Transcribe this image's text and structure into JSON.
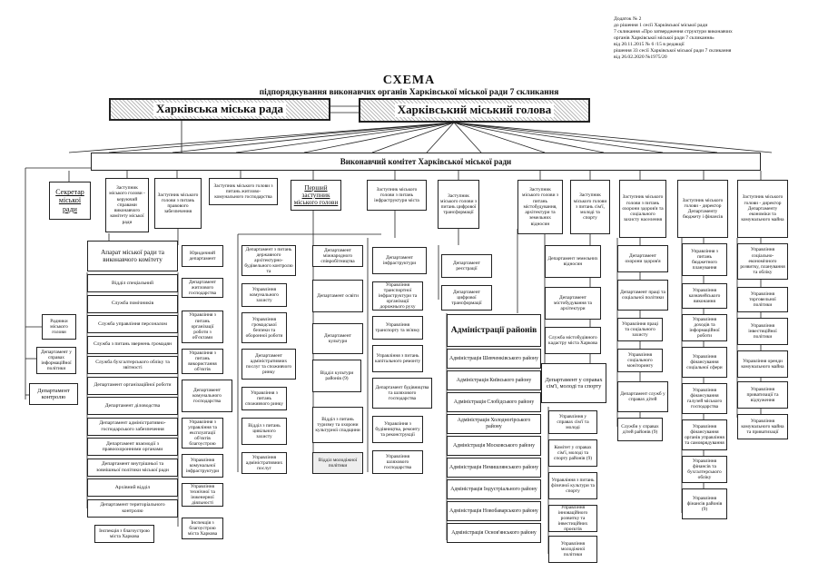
{
  "header_note": [
    "Додаток № 2",
    "до рішення 1 сесії Харківської міської ради",
    "7 скликання «Про затвердження структури виконавчих",
    "органів Харківської міської ради 7 скликання»",
    "від 20.11.2015 № 6 /15 в редакції",
    "рішення 33 сесії Харківської міської ради 7 скликання",
    "від 26.02.2020 №1975/20"
  ],
  "title": "СХЕМА",
  "subtitle": "підпорядкування виконавчих органів Харківської міської ради 7 скликання",
  "council": "Харківська міська рада",
  "mayor": "Харківський міський голова",
  "exec_committee": "Виконавчий комітет Харківської міської ради",
  "secretary": "Секретар міської ради",
  "deputies": [
    "Заступник міського голови - керуючий справами виконавчого комітету міської ради",
    "Заступник міського голови з питань правового забезпечення",
    "Заступник міського голови з питань житлово-комунального господарства",
    "Перший заступник міського голови",
    "Заступник міського голови з питань інфраструктури міста",
    "Заступник міського голови з питань цифрової трансформації",
    "Заступник міського голови з питань містобудування, архітектури та земельних відносин",
    "Заступник міського голови з питань сім'ї, молоді та спорту",
    "Заступник міського голови з питань охорони здоров'я та соціального захисту населення",
    "Заступник міського голови - директор Департаменту бюджету і фінансів",
    "Заступник міського голови - директор Департаменту економіки та комунального майна"
  ],
  "apparatus": {
    "title": "Апарат міської ради та виконавчого комітету",
    "items": [
      "Відділ спеціальний",
      "Служба помічників",
      "Служба управління персоналом",
      "Служба з питань звернень громадян",
      "Служба бухгалтерського обліку та звітності",
      "Департамент організаційної роботи",
      "Департамент діловодства",
      "Департамент адміністративно-господарського забезпечення",
      "Департамент взаємодії з правоохоронними органами",
      "Департамент внутрішньої та зовнішньої політики міської ради",
      "Архівний відділ",
      "Департамент територіального контролю"
    ],
    "note": "Інспекція з благоустрою міста Харкова"
  },
  "left_items": [
    "Радники міського голови",
    "Департамент у справах інформаційної політики",
    "Департамент контролю"
  ],
  "legal": [
    "Юридичний департамент",
    "Департамент житлового господарства",
    "Управління з питань організації роботи з об'єктами",
    "Управління з питань використання об'єктів",
    "Департамент комунального господарства",
    "Управління з управління та експлуатації об'єктів благоустрою",
    "Управління комунальної інфраструктури",
    "Управління технічної та інженерної діяльності",
    "Інспекція з благоустрою міста Харкова"
  ],
  "first_deputy": [
    "Департамент з питань державного архітектурно-будівельного контролю та",
    "Управління комунального захисту",
    "Управління громадської безпеки та оборонної роботи",
    "Департамент адміністративних послуг та споживчого ринку",
    "Управління з питань споживчого ринку",
    "Відділ з питань цивільного захисту",
    "Управління адміністративних послуг"
  ],
  "education": [
    "Департамент міжнародного співробітництва",
    "Департамент освіти",
    "Департамент культури",
    "Відділ культури районів (9)",
    "Відділ з питань туризму та охорони культурної спадщини",
    "Відділ молодіжної політики"
  ],
  "infrastructure": [
    "Департамент інфраструктури",
    "Управління транспортної інфраструктури та організації дорожнього руху",
    "Управління транспорту та зв'язку",
    "Управління з питань капітального ремонту",
    "Департамент будівництва та шляхового господарства",
    "Управління з будівництва, ремонту та реконструкції",
    "Управління шляхового господарства"
  ],
  "digital": [
    "Департамент реєстрації",
    "Департамент цифрової трансформації"
  ],
  "admin_districts": {
    "title": "Адміністрації районів",
    "items": [
      "Адміністрація Шевченківського району",
      "Адміністрація Київського району",
      "Адміністрація Слобідського району",
      "Адміністрація Холодногірського району",
      "Адміністрація Московського району",
      "Адміністрація Немишлянського району",
      "Адміністрація Індустріального району",
      "Адміністрація Новобаварського району",
      "Адміністрація Основ'янського району"
    ]
  },
  "urban": [
    "Департамент земельних відносин",
    "Департамент містобудування та архітектури",
    "Служба містобудівного кадастру міста Харкова"
  ],
  "family": [
    "Департамент у справах сім'ї, молоді та спорту",
    "Управління у справах сім'ї та молоді",
    "Комітет у справах сім'ї, молоді та спорту районів (9)",
    "Управління з питань фізичної культури та спорту",
    "Управління інноваційного розвитку та інвестиційних проєктів",
    "Управління молодіжної політики"
  ],
  "health": [
    "Департамент охорони здоров'я",
    "Департамент праці та соціальної політики",
    "Управління праці та соціального захисту",
    "Управління соціального моніторингу",
    "Департамент служб у справах дітей",
    "Служби у справах дітей районів (9)"
  ],
  "finance": [
    "Управління з питань бюджетного планування",
    "Управління казначейського виконання",
    "Управління доходів та інформаційної роботи",
    "Управління фінансування соціальної сфери",
    "Управління фінансування галузей міського господарства",
    "Управління фінансування органів управління та самоврядування",
    "Управління фінансів та бухгалтерського обліку",
    "Управління фінансів районів (9)"
  ],
  "economy": [
    "Управління соціально-економічного розвитку, планування та обліку",
    "Управління торговельної політики",
    "Управління інвестиційної політики",
    "Управління оренди комунального майна",
    "Управління приватизації та відчуження",
    "Управління комунального майна та приватизації"
  ]
}
